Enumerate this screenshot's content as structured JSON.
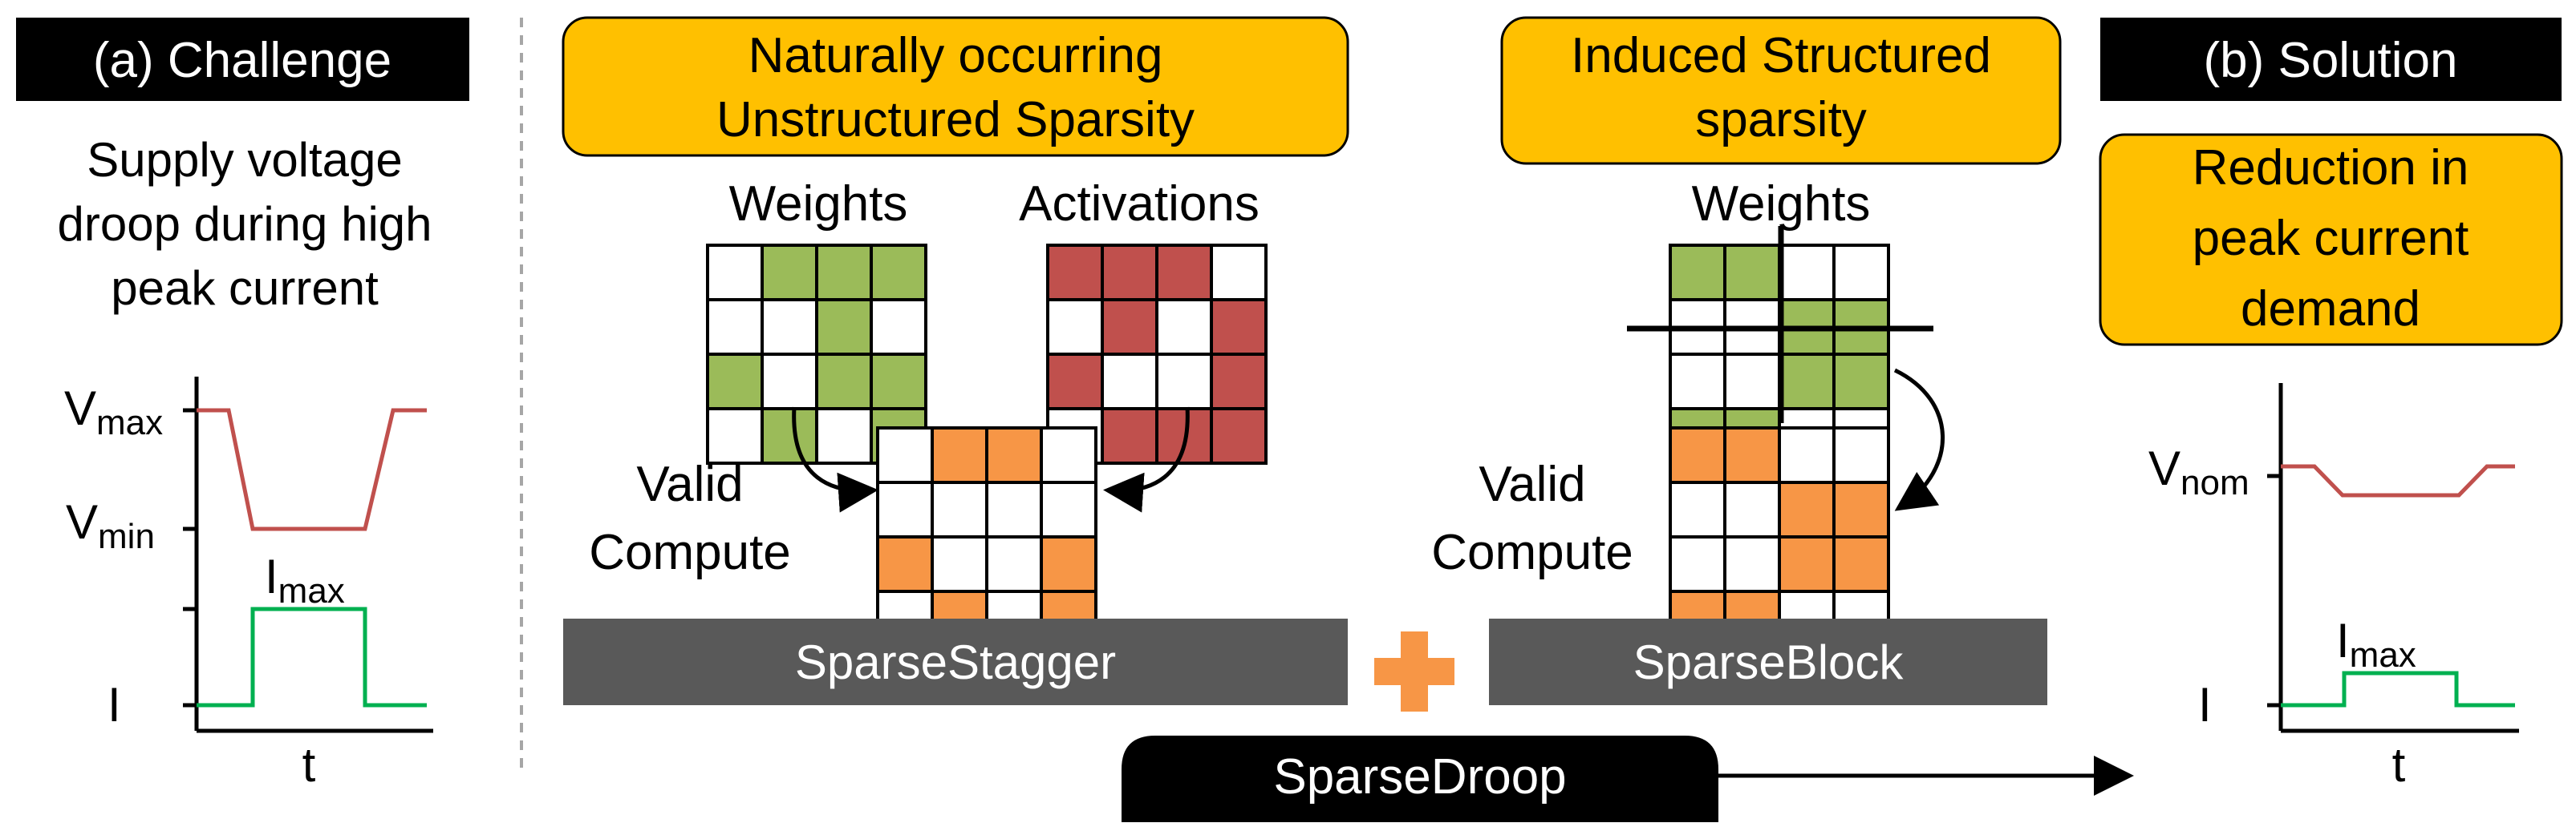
{
  "left": {
    "header": "(a) Challenge",
    "description": [
      "Supply voltage",
      "droop during high",
      "peak current"
    ],
    "v_label": "V",
    "max_sub": "max",
    "min_sub": "min",
    "i_label": "I",
    "t_label": "t"
  },
  "middle": {
    "banner": [
      "Naturally occurring",
      "Unstructured Sparsity"
    ],
    "weights_label": "Weights",
    "activations_label": "Activations",
    "valid_compute": [
      "Valid",
      "Compute"
    ],
    "weights_grid": [
      [
        0,
        1,
        1,
        1
      ],
      [
        0,
        0,
        1,
        0
      ],
      [
        1,
        0,
        1,
        1
      ],
      [
        0,
        1,
        0,
        1
      ]
    ],
    "activations_grid": [
      [
        1,
        1,
        1,
        0
      ],
      [
        0,
        1,
        0,
        1
      ],
      [
        1,
        0,
        0,
        1
      ],
      [
        0,
        1,
        1,
        1
      ]
    ],
    "compute_grid": [
      [
        0,
        1,
        1,
        0
      ],
      [
        0,
        0,
        0,
        0
      ],
      [
        1,
        0,
        0,
        1
      ],
      [
        0,
        1,
        0,
        1
      ]
    ],
    "bar_label": "SparseStagger"
  },
  "right_mid": {
    "banner": [
      "Induced Structured",
      "sparsity"
    ],
    "weights_label": "Weights",
    "valid_compute": [
      "Valid",
      "Compute"
    ],
    "weights_grid": [
      [
        1,
        1,
        0,
        0
      ],
      [
        0,
        0,
        1,
        1
      ],
      [
        0,
        0,
        1,
        1
      ],
      [
        1,
        1,
        0,
        0
      ]
    ],
    "compute_grid": [
      [
        1,
        1,
        0,
        0
      ],
      [
        0,
        0,
        1,
        1
      ],
      [
        0,
        0,
        1,
        1
      ],
      [
        1,
        1,
        0,
        0
      ]
    ],
    "bar_label": "SparseBlock"
  },
  "plus_symbol": "+",
  "bottom_label": "SparseDroop",
  "right": {
    "header": "(b) Solution",
    "banner": [
      "Reduction in",
      "peak current",
      "demand"
    ],
    "v_label": "V",
    "nom_sub": "nom",
    "i_label": "I",
    "max_sub": "max",
    "t_label": "t"
  },
  "colors": {
    "green": "#9BBB59",
    "red": "#C0504D",
    "orange": "#F79646",
    "banner_fill": "#FFC000",
    "bar_fill": "#595959",
    "header_fill": "#000000",
    "voltage_line": "#C0504D",
    "current_line": "#00B050",
    "divider": "#A6A6A6"
  }
}
